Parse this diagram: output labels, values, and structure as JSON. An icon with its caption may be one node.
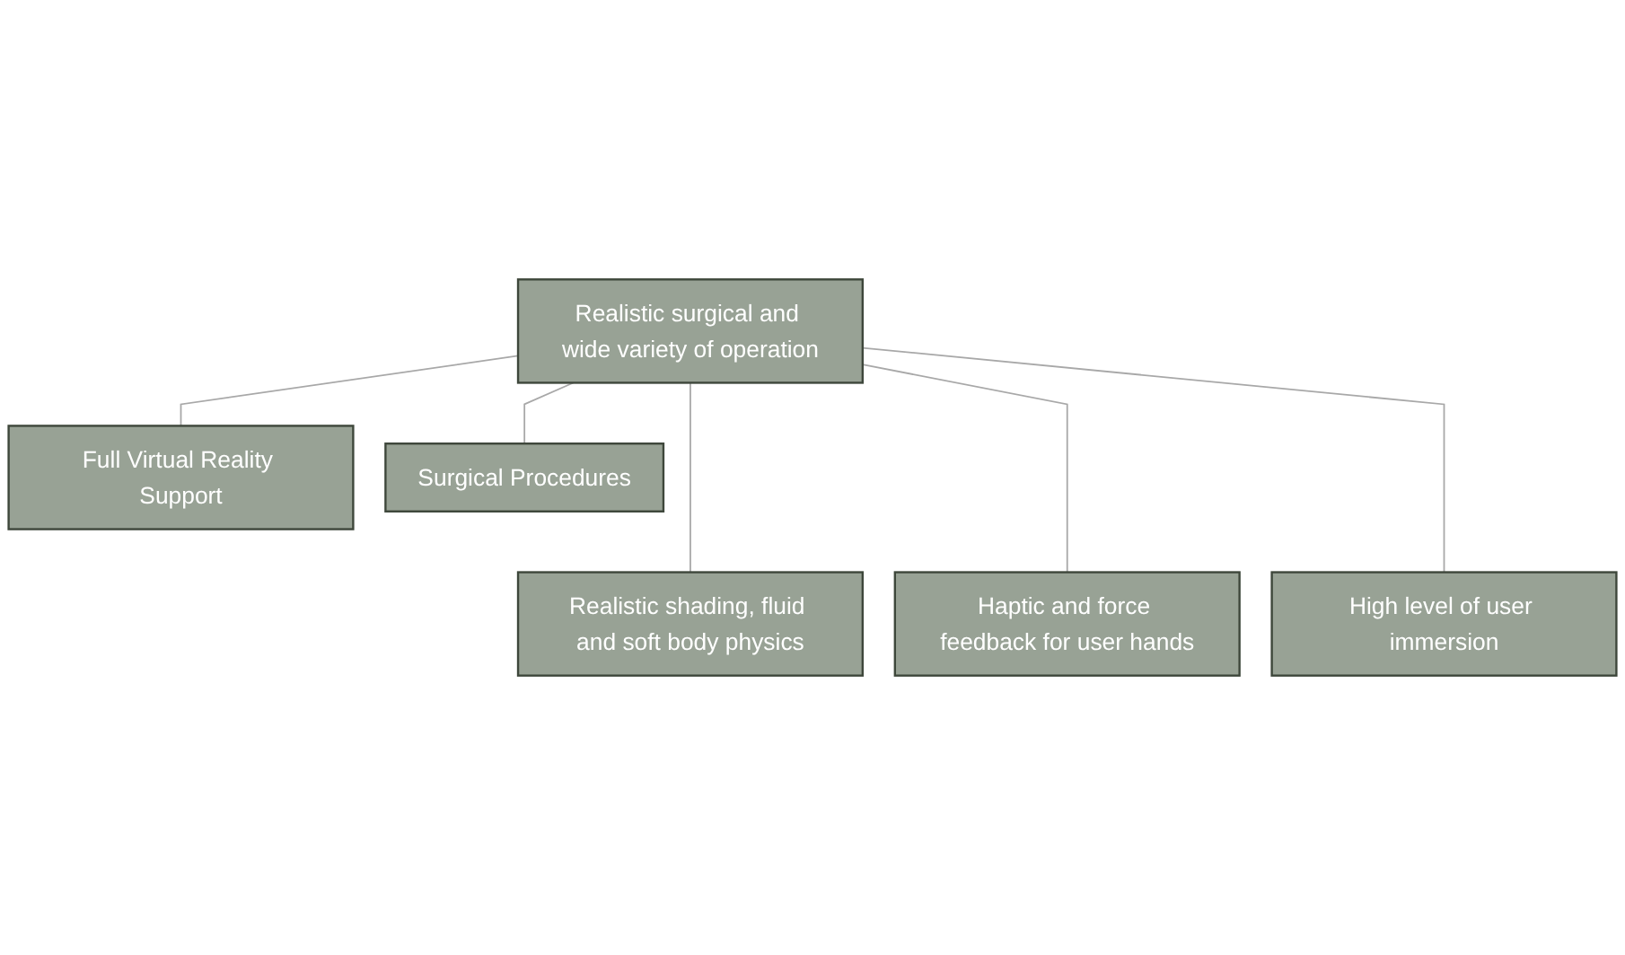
{
  "diagram": {
    "nodes": [
      {
        "text": [
          "Realistic surgical and wide variety of operation"
        ]
      },
      {
        "text": [
          "Full Virtual Reality Support"
        ]
      },
      {
        "text": [
          "Surgical Procedures"
        ]
      },
      {
        "text": [
          "Realistic shading, fluid and soft body physics"
        ]
      },
      {
        "text": [
          "Haptic and force feedback for user hands"
        ]
      },
      {
        "text": [
          "High level of user immersion"
        ]
      }
    ],
    "edges": [
      {
        "from": 0,
        "to": 1,
        "arrow": "none"
      },
      {
        "from": 0,
        "to": 2,
        "arrow": "none"
      },
      {
        "from": 0,
        "to": 3,
        "arrow": "none"
      },
      {
        "from": 0,
        "to": 4,
        "arrow": "none"
      },
      {
        "from": 0,
        "to": 5,
        "arrow": "none"
      }
    ]
  }
}
